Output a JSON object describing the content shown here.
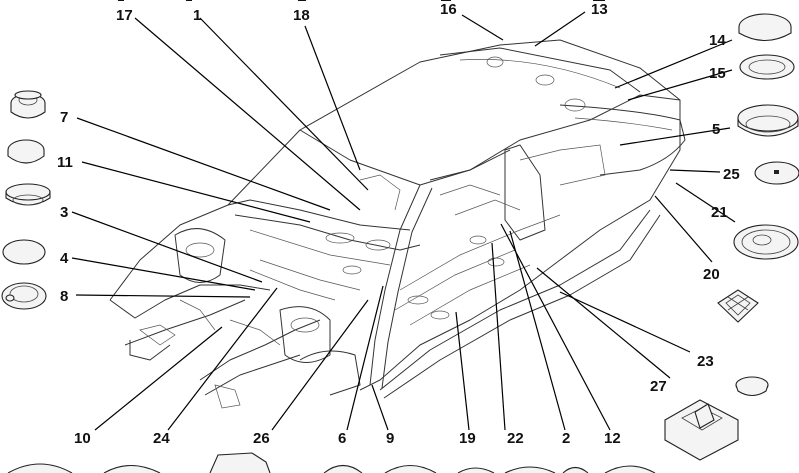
{
  "diagram": {
    "callouts": {
      "c1": "1",
      "c2": "2",
      "c3": "3",
      "c4": "4",
      "c5": "5",
      "c6": "6",
      "c7": "7",
      "c8": "8",
      "c9": "9",
      "c10": "10",
      "c11": "11",
      "c12": "12",
      "c13": "13",
      "c14": "14",
      "c15": "15",
      "c16": "16",
      "c17": "17",
      "c18": "18",
      "c19": "19",
      "c20": "20",
      "c21": "21",
      "c22": "22",
      "c23": "23",
      "c24": "24",
      "c25": "25",
      "c26": "26",
      "c27": "27"
    },
    "colors": {
      "line": "#333333",
      "callout": "#111111",
      "part_fill": "#f4f4f4"
    }
  }
}
